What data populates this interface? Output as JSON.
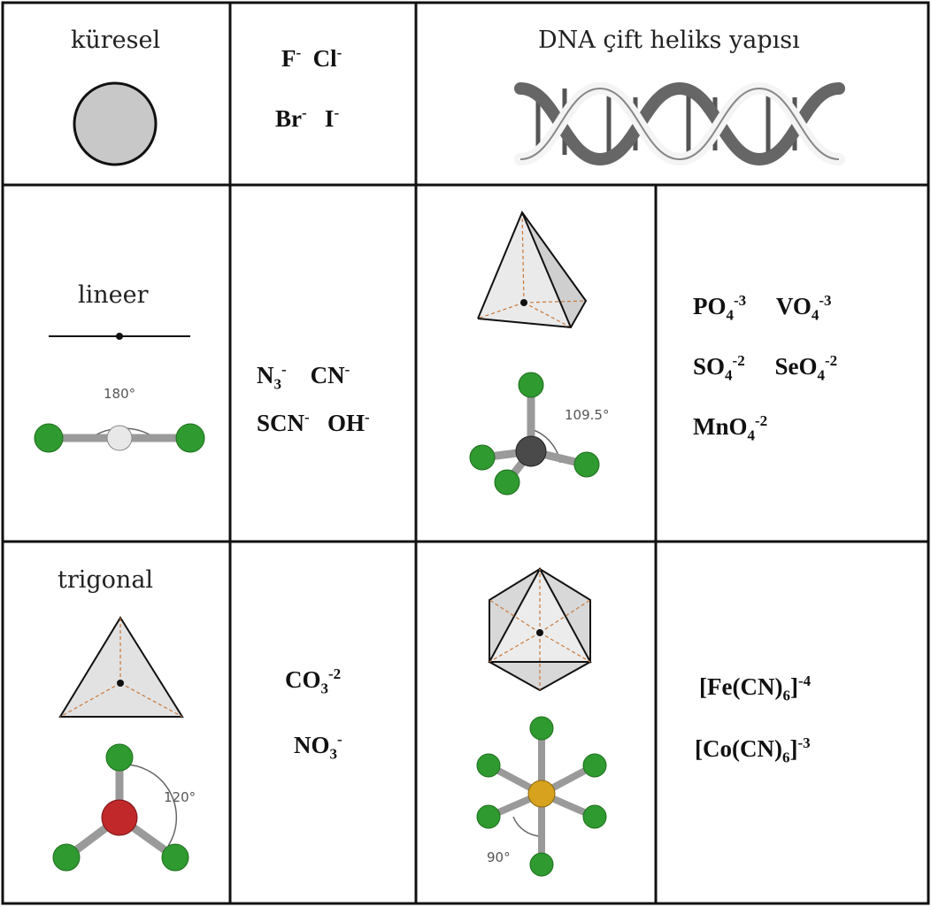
{
  "labels": {
    "spherical": "küresel",
    "dna": "DNA çift heliks yapısı",
    "linear": "lineer",
    "trigonal": "trigonal"
  },
  "formulas": {
    "halides_row1_a": "F",
    "halides_row1_a_charge": "-",
    "halides_row1_b": "Cl",
    "halides_row1_b_charge": "-",
    "halides_row2_a": "Br",
    "halides_row2_a_charge": "-",
    "halides_row2_b": "I",
    "halides_row2_b_charge": "-",
    "linear_1": {
      "base": "N",
      "sub": "3",
      "charge": "-"
    },
    "linear_2": {
      "base": "CN",
      "charge": "-"
    },
    "linear_3": {
      "base": "SCN",
      "charge": "-"
    },
    "linear_4": {
      "base": "OH",
      "charge": "-"
    },
    "tetra_1": {
      "base": "PO",
      "sub": "4",
      "charge": "-3"
    },
    "tetra_2": {
      "base": "VO",
      "sub": "4",
      "charge": "-3"
    },
    "tetra_3": {
      "base": "SO",
      "sub": "4",
      "charge": "-2"
    },
    "tetra_4": {
      "base": "SeO",
      "sub": "4",
      "charge": "-2"
    },
    "tetra_5": {
      "base": "MnO",
      "sub": "4",
      "charge": "-2"
    },
    "trig_1": {
      "base": "CO",
      "sub": "3",
      "charge": "-2"
    },
    "trig_2": {
      "base": "NO",
      "sub": "3",
      "charge": "-"
    },
    "octa_1": {
      "base": "[Fe(CN)",
      "sub": "6",
      "close": "]",
      "charge": "-4"
    },
    "octa_2": {
      "base": "[Co(CN)",
      "sub": "6",
      "close": "]",
      "charge": "-3"
    }
  },
  "angles": {
    "linear": "180°",
    "tetrahedral": "109.5°",
    "trigonal": "120°",
    "octahedral": "90°"
  },
  "colors": {
    "border": "#111111",
    "sphere_fill": "#c8c8c8",
    "ligand_green": "#2f9a2f",
    "center_white": "#e8e8e8",
    "center_dark": "#4a4a4a",
    "center_red": "#c0282a",
    "center_gold": "#d7a21e",
    "bond_gray": "#9a9a9a",
    "shape_fill": "#e2e2e2",
    "dash_orange": "#c9783a"
  }
}
